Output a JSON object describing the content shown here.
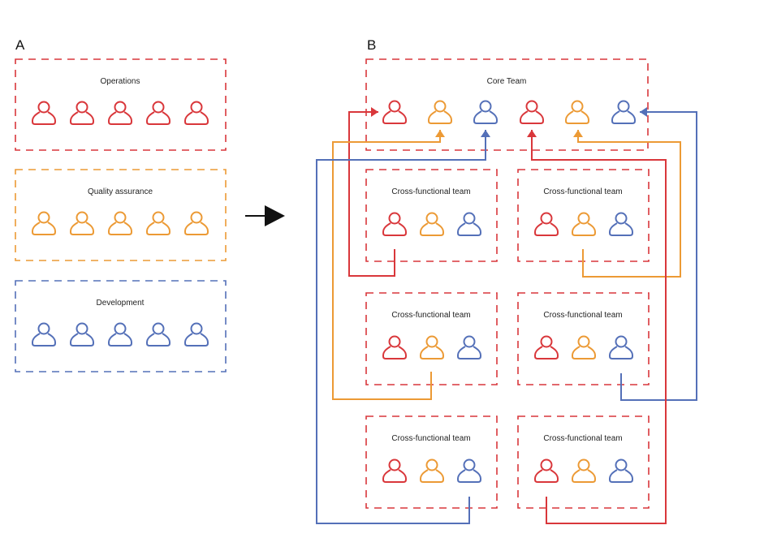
{
  "colors": {
    "ops": "#d9373b",
    "qa": "#ec9a35",
    "dev": "#5470b8",
    "arrow": "#111111"
  },
  "panel_a": {
    "label": "A",
    "groups": [
      {
        "title": "Operations",
        "role": "ops",
        "members": 5
      },
      {
        "title": "Quality assurance",
        "role": "qa",
        "members": 5
      },
      {
        "title": "Development",
        "role": "dev",
        "members": 5
      }
    ]
  },
  "panel_b": {
    "label": "B",
    "core_team": {
      "title": "Core Team",
      "members": [
        "ops",
        "qa",
        "dev",
        "ops",
        "qa",
        "dev"
      ]
    },
    "teams": [
      {
        "title": "Cross-functional team",
        "members": [
          "ops",
          "qa",
          "dev"
        ]
      },
      {
        "title": "Cross-functional team",
        "members": [
          "ops",
          "qa",
          "dev"
        ]
      },
      {
        "title": "Cross-functional team",
        "members": [
          "ops",
          "qa",
          "dev"
        ]
      },
      {
        "title": "Cross-functional team",
        "members": [
          "ops",
          "qa",
          "dev"
        ]
      },
      {
        "title": "Cross-functional team",
        "members": [
          "ops",
          "qa",
          "dev"
        ]
      },
      {
        "title": "Cross-functional team",
        "members": [
          "ops",
          "qa",
          "dev"
        ]
      }
    ]
  }
}
